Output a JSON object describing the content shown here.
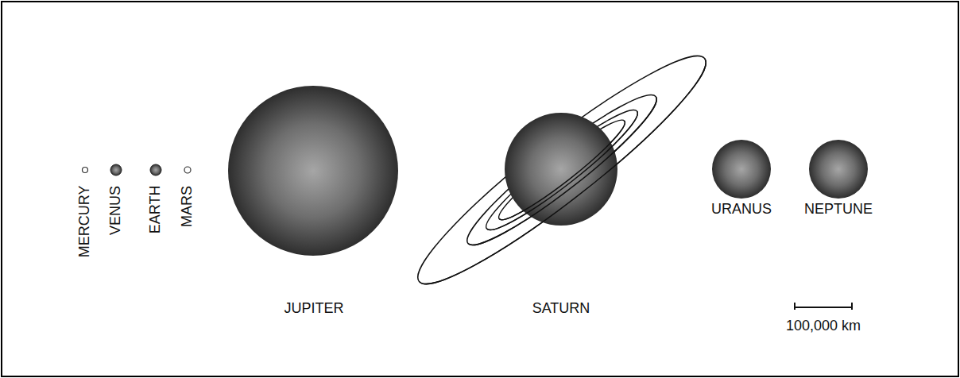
{
  "diagram": {
    "labels": [
      "MERCURY",
      "VENUS",
      "EARTH",
      "MARS",
      "JUPITER",
      "SATURN",
      "URANUS",
      "NEPTUNE",
      "100,000 km"
    ]
  }
}
